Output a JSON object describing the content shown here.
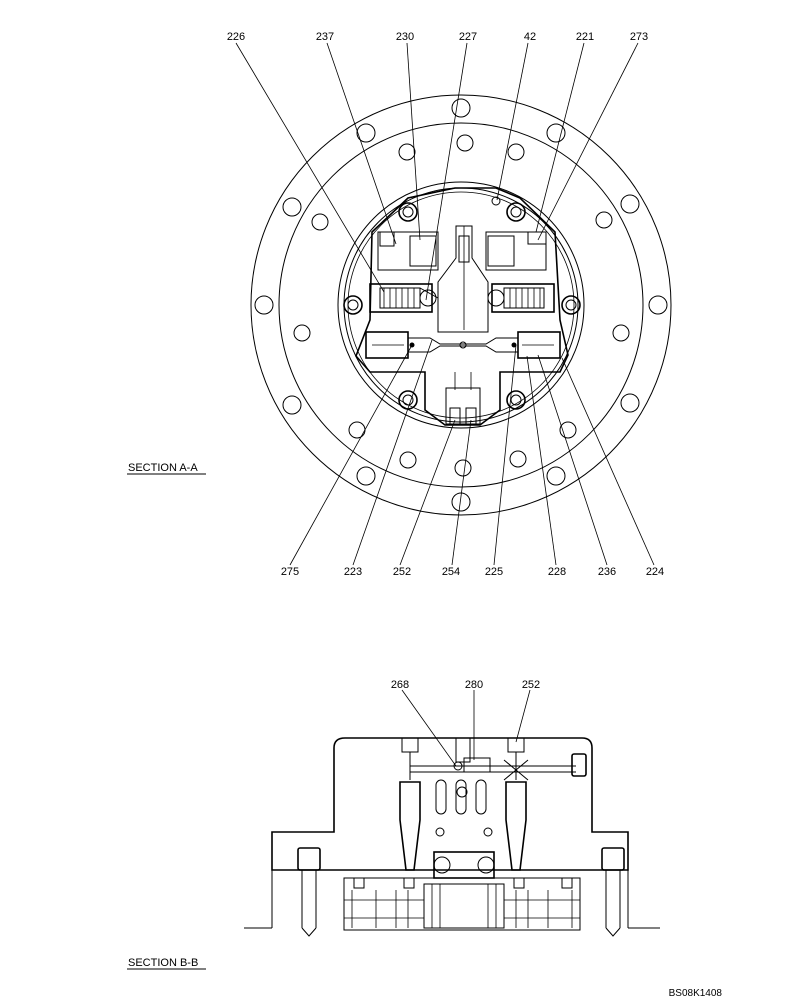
{
  "section_a": {
    "title": "SECTION  A-A",
    "top_labels": [
      "226",
      "237",
      "230",
      "227",
      "42",
      "221",
      "273"
    ],
    "bottom_labels": [
      "275",
      "223",
      "252",
      "254",
      "225",
      "228",
      "236",
      "224"
    ]
  },
  "section_b": {
    "title": "SECTION  B-B",
    "top_labels": [
      "268",
      "280",
      "252"
    ]
  },
  "drawing_code": "BS08K1408"
}
